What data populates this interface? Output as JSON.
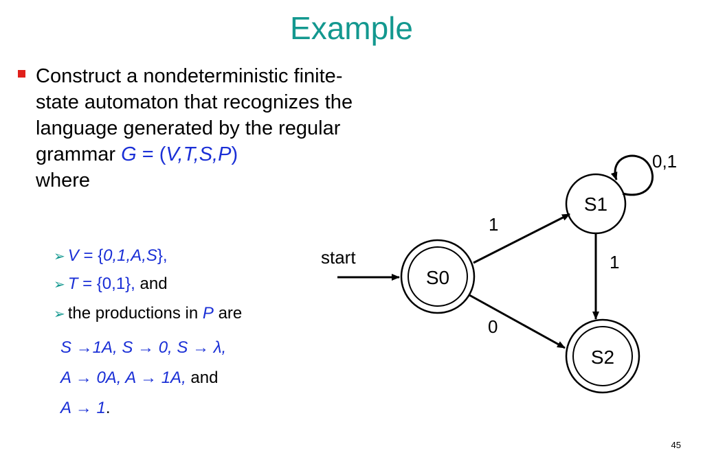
{
  "slide": {
    "title": "Example",
    "page_number": "45"
  },
  "bullet": {
    "text_before": "Construct a nondeterministic finite-state automaton that recognizes the language generated by the regular grammar ",
    "grammar_G": "G",
    "grammar_eq": " = (",
    "grammar_vars": "V,T,S,P",
    "grammar_close": ")",
    "text_after": " where"
  },
  "sub_items": [
    {
      "var": "V",
      "eq": " = {",
      "set": "0,1,A,S",
      "close": "},",
      "suffix": ""
    },
    {
      "var": "T",
      "eq": " = {0,1},",
      "set": "",
      "close": "",
      "suffix": " and"
    },
    {
      "var": "",
      "eq": "",
      "set": "",
      "close": "",
      "prefix": "the productions in ",
      "p": "P",
      "suffix": " are"
    }
  ],
  "productions": [
    {
      "text": "S →1A, S → 0, S → λ,",
      "suffix": ""
    },
    {
      "text": "A → 0A, A → 1A,",
      "suffix": " and"
    },
    {
      "text": "A → 1",
      "suffix": "."
    }
  ],
  "automaton": {
    "start_label": "start",
    "states": [
      {
        "name": "S0",
        "accepting": true
      },
      {
        "name": "S1",
        "accepting": false
      },
      {
        "name": "S2",
        "accepting": true
      }
    ],
    "transitions": [
      {
        "from": "S0",
        "to": "S1",
        "label": "1"
      },
      {
        "from": "S0",
        "to": "S2",
        "label": "0"
      },
      {
        "from": "S1",
        "to": "S2",
        "label": "1"
      },
      {
        "from": "S1",
        "to": "S1",
        "label": "0,1"
      }
    ]
  }
}
